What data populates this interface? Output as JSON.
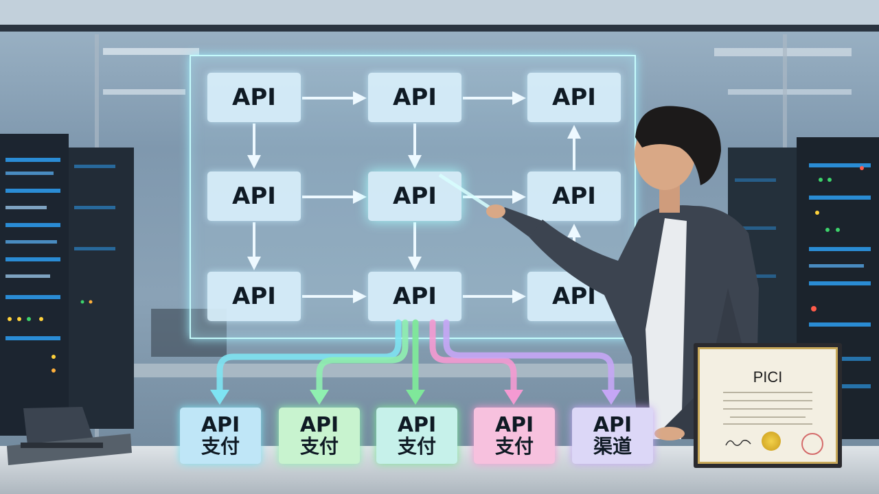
{
  "diagram": {
    "grid_label": "API",
    "grid": [
      [
        "API",
        "API",
        "API"
      ],
      [
        "API",
        "API",
        "API"
      ],
      [
        "API",
        "API",
        "API"
      ]
    ],
    "outputs": [
      {
        "line1": "API",
        "line2": "支付",
        "color": "#bfe6f7",
        "arrow_color": "#7ee3f2"
      },
      {
        "line1": "API",
        "line2": "支付",
        "color": "#c8f3cf",
        "arrow_color": "#8ff0b0"
      },
      {
        "line1": "API",
        "line2": "支付",
        "color": "#c6f1ea",
        "arrow_color": "#7fe89a"
      },
      {
        "line1": "API",
        "line2": "支付",
        "color": "#f7c1de",
        "arrow_color": "#f49ad2"
      },
      {
        "line1": "API",
        "line2": "渠道",
        "color": "#dcd7f7",
        "arrow_color": "#c5a6f5"
      }
    ]
  },
  "certificate": {
    "title": "PICI"
  },
  "colors": {
    "panel_glow": "#bff7ff",
    "server_lights": [
      "#2ea6ff",
      "#3dd36b",
      "#ffb03b",
      "#ff5b4a"
    ]
  }
}
